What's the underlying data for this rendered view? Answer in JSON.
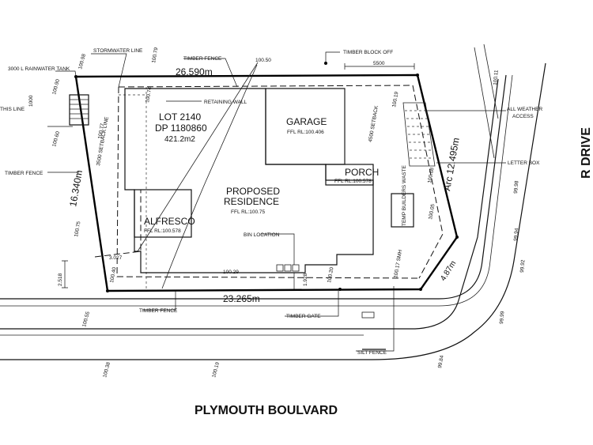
{
  "lot": {
    "title": "LOT 2140",
    "dp": "DP 1180860",
    "area": "421.2m2"
  },
  "buildings": {
    "garage": "GARAGE",
    "garage_ffl": "FFL RL:100.406",
    "porch": "PORCH",
    "porch_ffl": "FFL RL:100.578",
    "residence_line1": "PROPOSED",
    "residence_line2": "RESIDENCE",
    "residence_ffl": "FFL RL:100.75",
    "alfresco": "ALFRESCO",
    "alfresco_ffl": "FFL RL:100.578",
    "temp_waste": "TEMP BUILDERS WASTE"
  },
  "dimensions": {
    "top": "26.590m",
    "bottom": "23.265m",
    "left": "16.340m",
    "arc": "Arc 12.495m",
    "corner": "4.87m",
    "d5500": "5500",
    "d3027": "3.027",
    "d2518": "2.518",
    "d1928": "1.928",
    "d1000": "1000",
    "setback_3500": "3500 SETBACK LINE",
    "setback_4500": "4500 SETBACK"
  },
  "labels": {
    "stormwater": "STORMWATER LINE",
    "rainwater": "3000 L RAINWATER TANK",
    "timber_fence_top": "TIMBER FENCE",
    "timber_block": "TIMBER BLOCK OFF",
    "retaining": "RETAINING WALL",
    "setback_left": "THIS LINE",
    "timber_fence_left": "TIMBER FENCE",
    "all_weather_1": "ALL WEATHER",
    "all_weather_2": "ACCESS",
    "letter_box": "LETTER BOX",
    "bin_location": "BIN LOCATION",
    "timber_fence_bottom": "TIMBER FENCE",
    "timber_gate": "TIMBER GATE",
    "silt_fence": "SILT FENCE",
    "sewer": "100.17 SMH",
    "street_bottom": "PLYMOUTH BOULVARD",
    "street_right": "R DRIVE"
  },
  "levels": {
    "l1": "100.98",
    "l2": "100.79",
    "l3": "100.50",
    "l4": "100.90",
    "l5": "100.77",
    "l6": "100.60",
    "l7": "100.74",
    "l8": "100.11",
    "l9": "100.19",
    "l10": "100.08",
    "l11": "100.05",
    "l12": "100.75",
    "l13": "100.40",
    "l14": "100.29",
    "l15": "100.20",
    "l16": "100.55",
    "l17": "100.38",
    "l18": "100.19",
    "l19": "99.98",
    "l20": "99.94",
    "l21": "99.92",
    "l22": "99.99",
    "l23": "99.84"
  }
}
